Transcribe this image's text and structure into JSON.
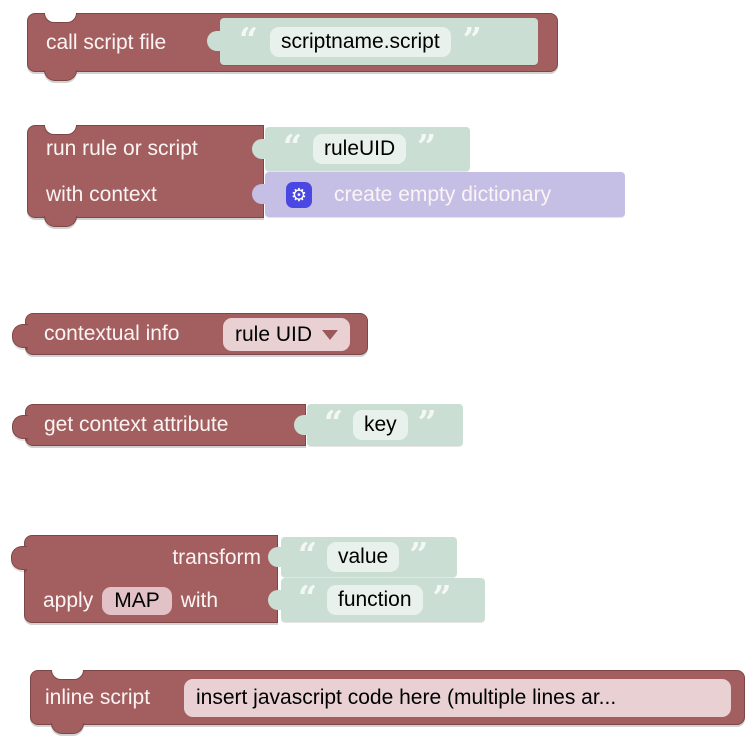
{
  "punctuation": {
    "quote_open": "“",
    "quote_close": "”"
  },
  "icons": {
    "gear": "⚙"
  },
  "colors": {
    "block_red": "#A35F5F",
    "block_red_border": "#7D4747",
    "string_block_green": "#CBDED3",
    "field_light_green": "#E9F1EC",
    "dictionary_purple": "#C6BFE5",
    "gear_chip_blue": "#4B47E2",
    "field_pink": "#E9D1D3",
    "dropdown_arrow": "#9A5A5A",
    "label_text": "#FBF4F4",
    "field_text": "#000000"
  },
  "blocks": {
    "call_script_file": {
      "label": "call script file",
      "value": "scriptname.script"
    },
    "run_rule": {
      "label_line1": "run rule or script",
      "label_line2": "with context",
      "rule_uid_value": "ruleUID",
      "context_value": "create empty dictionary"
    },
    "contextual_info": {
      "label": "contextual info",
      "dropdown_value": "rule UID"
    },
    "get_context_attribute": {
      "label": "get context attribute",
      "key_value": "key"
    },
    "transform": {
      "label_line1": "transform",
      "apply_label": "apply",
      "transformation_type": "MAP",
      "with_label": "with",
      "value_text": "value",
      "function_text": "function"
    },
    "inline_script": {
      "label": "inline script",
      "code_value": "insert javascript code here (multiple lines ar..."
    }
  }
}
